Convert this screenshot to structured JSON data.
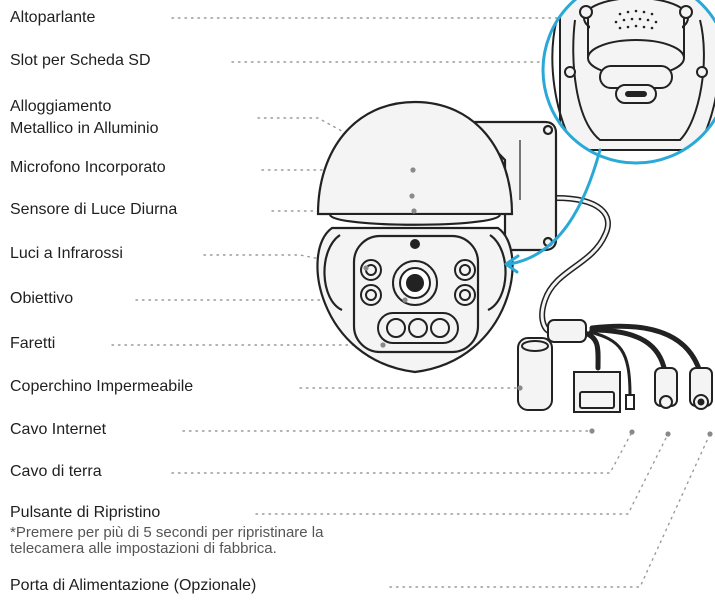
{
  "labels": {
    "speaker": "Altoparlante",
    "sd_slot": "Slot per Scheda SD",
    "housing_line1": "Alloggiamento",
    "housing_line2": "Metallico in Alluminio",
    "microphone": "Microfono Incorporato",
    "daylight_sensor": "Sensore di Luce Diurna",
    "infrared_lights": "Luci a Infrarossi",
    "lens": "Obiettivo",
    "spotlights": "Faretti",
    "waterproof_cap": "Coperchino Impermeabile",
    "internet_cable": "Cavo Internet",
    "ground_cable": "Cavo di terra",
    "reset_button": "Pulsante di Ripristino",
    "reset_note": "*Premere per più di 5 secondi per ripristinare la\ntelecamera alle impostazioni di fabbrica.",
    "power_port": "Porta di Alimentazione (Opzionale)"
  },
  "colors": {
    "text": "#1f1f1f",
    "note": "#555555",
    "leader": "#9a9a9a",
    "callout": "#2aa9d8",
    "body_fill": "#f4f4f4",
    "outline": "#222222"
  },
  "icons": [
    "camera-illustration",
    "speaker-detail-inset",
    "callout-arrow"
  ]
}
